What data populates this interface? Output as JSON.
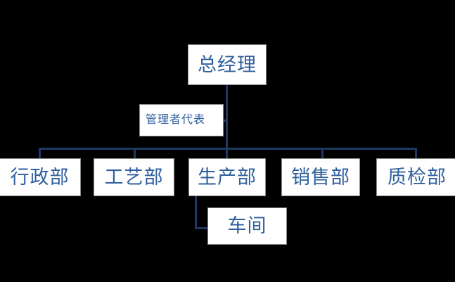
{
  "diagram": {
    "type": "org-chart",
    "title": "",
    "background_color": "#000000",
    "node_fill": "#ffffff",
    "node_border": "#8a8a8a",
    "node_text_color": "#2e5f9e",
    "connector_color": "#1f3864",
    "nodes": {
      "general_manager": "总经理",
      "management_representative": "管理者代表",
      "administration": "行政部",
      "process": "工艺部",
      "production": "生产部",
      "sales": "销售部",
      "quality_inspection": "质检部",
      "workshop": "车间"
    },
    "edges": [
      {
        "from": "general_manager",
        "to": "management_representative"
      },
      {
        "from": "general_manager",
        "to": "administration"
      },
      {
        "from": "general_manager",
        "to": "process"
      },
      {
        "from": "general_manager",
        "to": "production"
      },
      {
        "from": "general_manager",
        "to": "sales"
      },
      {
        "from": "general_manager",
        "to": "quality_inspection"
      },
      {
        "from": "production",
        "to": "workshop"
      }
    ]
  }
}
